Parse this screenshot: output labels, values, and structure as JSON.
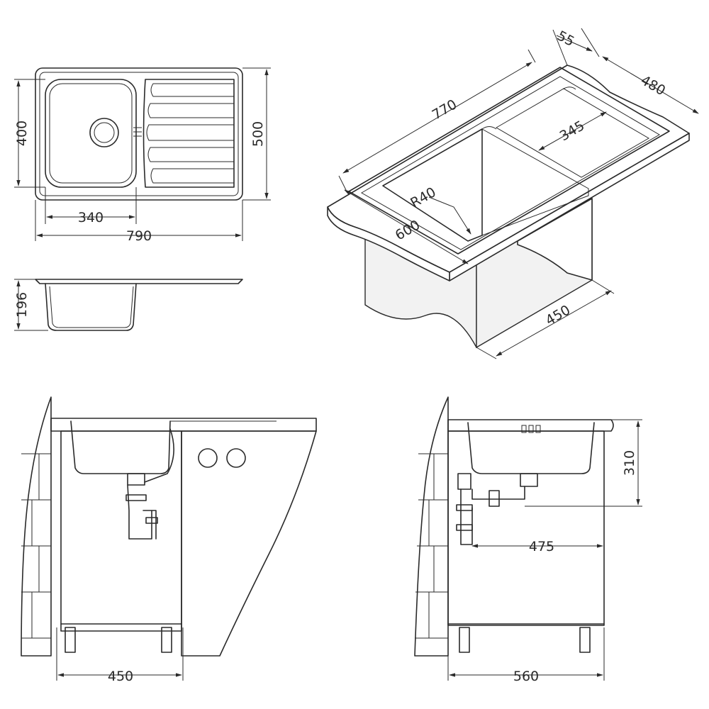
{
  "dimensions": {
    "top_view": {
      "depth_total": "500",
      "bowl_depth": "400",
      "bowl_width": "340",
      "total_width": "790"
    },
    "side_view": {
      "height": "196"
    },
    "perspective": {
      "flange": "55",
      "inner_depth": "480",
      "length": "770",
      "bowl_length": "345",
      "radius": "R40",
      "width": "600",
      "cabinet_depth": "450"
    },
    "front_install": {
      "cabinet_width": "450"
    },
    "side_install": {
      "height": "310",
      "drain_offset": "475",
      "cabinet_depth": "560"
    }
  }
}
